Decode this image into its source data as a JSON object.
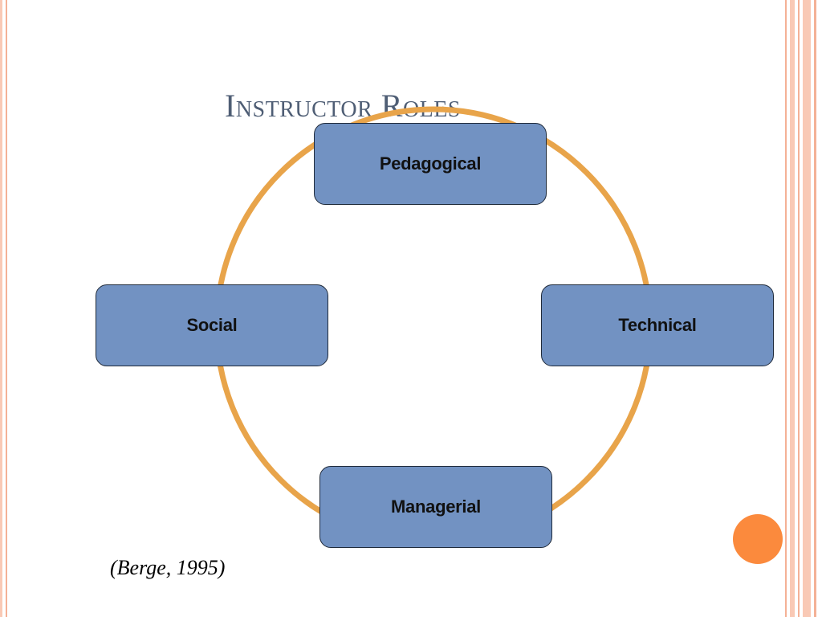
{
  "slide": {
    "title": "Instructor Roles",
    "citation": "(Berge, 1995)"
  },
  "diagram": {
    "type": "cycle",
    "nodes": [
      {
        "id": "pedagogical",
        "label": "Pedagogical"
      },
      {
        "id": "technical",
        "label": "Technical"
      },
      {
        "id": "managerial",
        "label": "Managerial"
      },
      {
        "id": "social",
        "label": "Social"
      }
    ]
  },
  "colors": {
    "title": "#4f5e75",
    "node_fill": "#7292c2",
    "node_border": "#1f2a3a",
    "ring": "#e8a44a",
    "accent_dot": "#fb8a3d",
    "border_light": "#f9c9b5",
    "border_mid": "#f4b196"
  }
}
